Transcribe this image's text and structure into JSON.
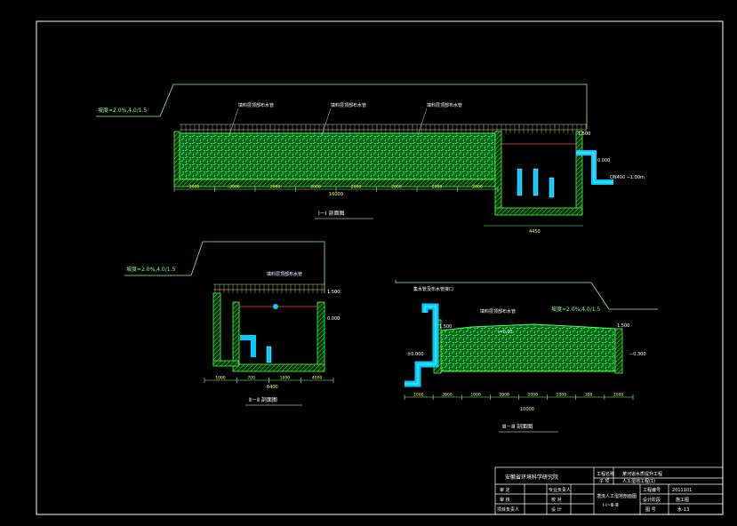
{
  "section1": {
    "title": "Ⅰ－Ⅰ  剖面图",
    "slope_label": "坡度=2.0%,4.0/1.5",
    "note1": "填料层顶部布水管",
    "note2": "填料层顶部布水管",
    "note3": "填料层顶部布水管",
    "elev_right": "1.500",
    "elev_right2": "0.000",
    "elev_outlet": "DN400 −1.00m",
    "dims": [
      "2000",
      "2000",
      "2000",
      "2000",
      "2000",
      "2000",
      "2000",
      "2000"
    ],
    "total": "16000",
    "right_total": "4450"
  },
  "section2": {
    "title": "Ⅱ－Ⅱ  剖面图",
    "slope_label": "坡度=2.0%,4.0/1.5",
    "note": "填料层顶部布水管",
    "elev_top": "1.500",
    "elev_mid": "0.000",
    "dims": [
      "1000",
      "700",
      "1000",
      "4000"
    ],
    "total": "6400"
  },
  "section3": {
    "title": "Ⅲ－Ⅲ  剖面图",
    "slope_label": "坡度=2.0%,4.0/1.5",
    "note": "集水管及布水管接口",
    "note2": "填料层顶部布水管",
    "elev_left": "1.500",
    "elev_right": "1.500",
    "elev_bottom": "±0.000",
    "elev_bottom2": "−0.300",
    "slope": "i=0.03",
    "dims": [
      "1000",
      "2000",
      "1000",
      "2000",
      "2000",
      "2000",
      "300",
      "1000"
    ],
    "total": "10000"
  },
  "titleblock": {
    "institute": "安徽省环境科学研究院",
    "project_label": "工程名称",
    "project": "某河道水质提升工程",
    "part_label": "子  项",
    "part": "人工湿地工程(1)",
    "row1a": "审  定",
    "row1b": "专业负责人",
    "row2a": "审  核",
    "row2b": "校  对",
    "row3a": "项目负责人",
    "row3b": "设  计",
    "drawing": "潜流人工湿地剖面图",
    "drawing2": "Ⅰ-Ⅰ~Ⅲ-Ⅲ",
    "job_label": "工程编号",
    "job": "2011101",
    "phase_label": "设计阶段",
    "phase": "施工图",
    "sheet_label": "图  号",
    "sheet": "水-13"
  }
}
